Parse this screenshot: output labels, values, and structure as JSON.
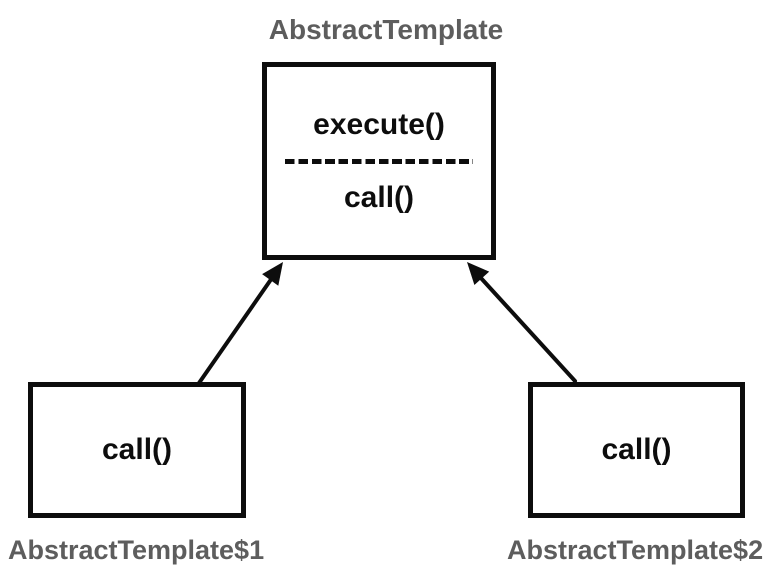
{
  "diagram": {
    "type": "uml-class-inheritance",
    "top_class": {
      "label": "AbstractTemplate",
      "methods": [
        "execute()",
        "call()"
      ],
      "separator": "dashed-line"
    },
    "left_subclass": {
      "label": "AbstractTemplate$1",
      "method": "call()"
    },
    "right_subclass": {
      "label": "AbstractTemplate$2",
      "method": "call()"
    },
    "arrows": [
      {
        "from": "AbstractTemplate$1",
        "to": "AbstractTemplate",
        "style": "solid-filled-arrowhead"
      },
      {
        "from": "AbstractTemplate$2",
        "to": "AbstractTemplate",
        "style": "solid-filled-arrowhead"
      }
    ],
    "colors": {
      "ink": "#0d0d0d",
      "label_gray": "#5d5d5d",
      "background": "#ffffff"
    }
  }
}
